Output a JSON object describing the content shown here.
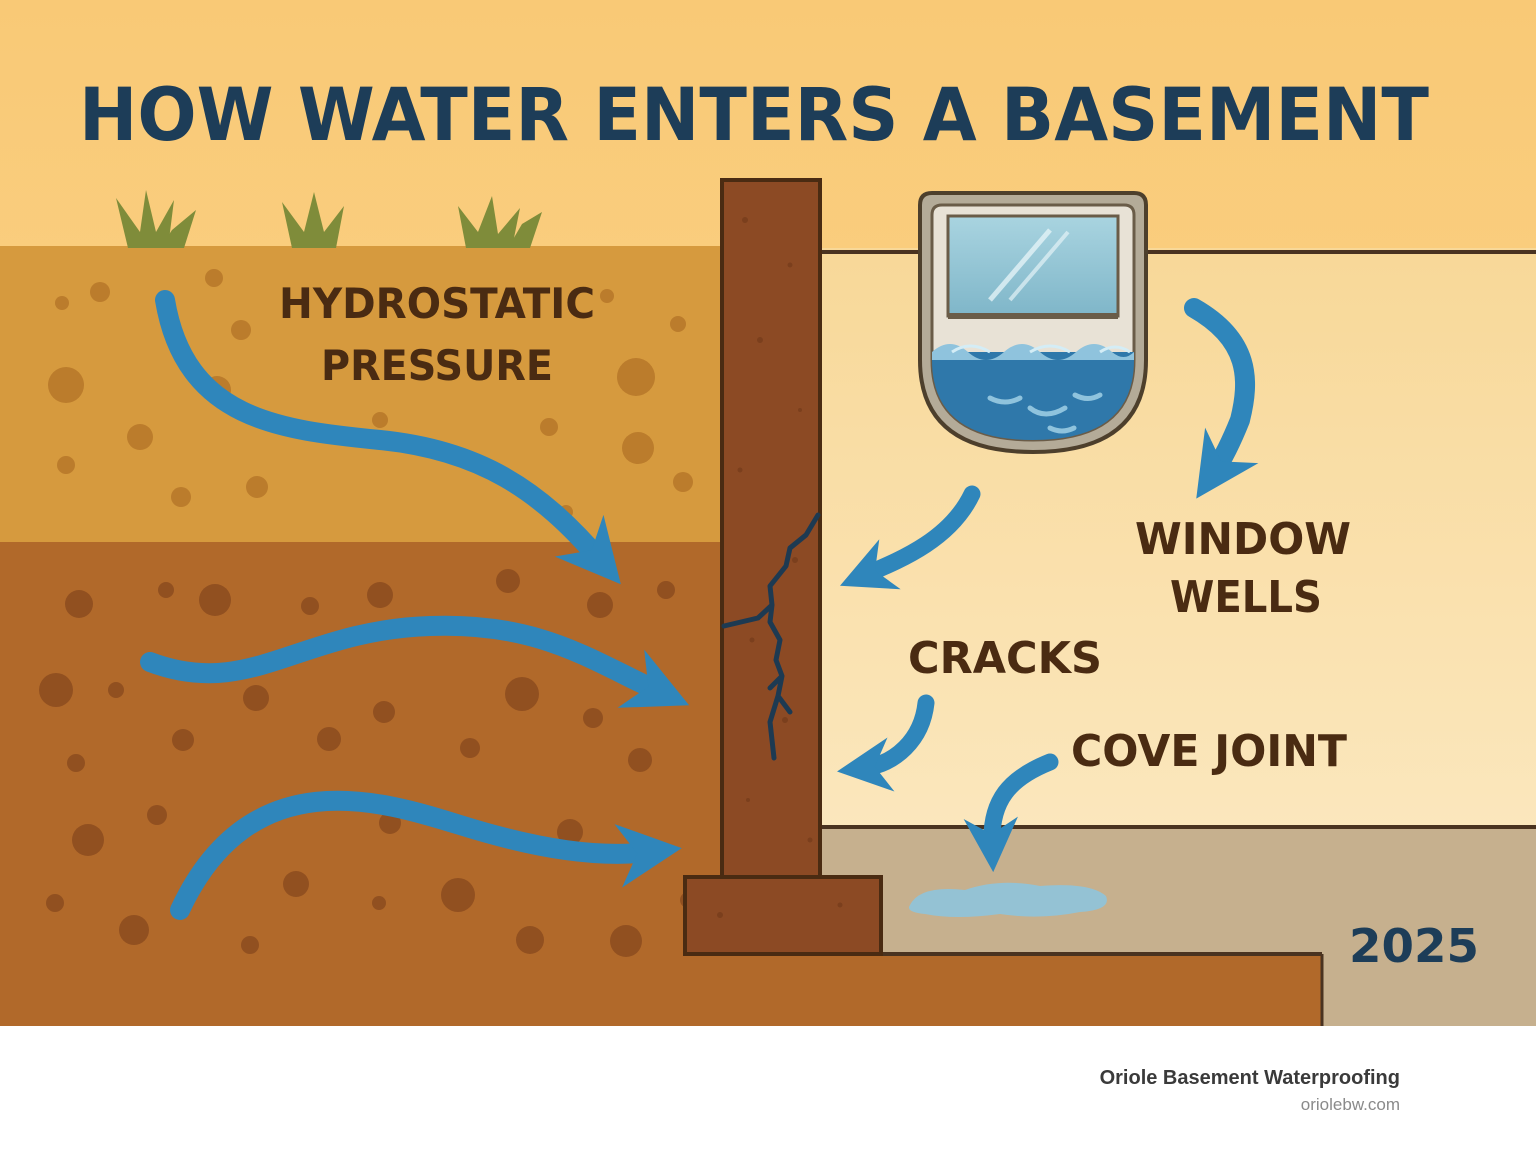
{
  "title": "HOW WATER ENTERS A BASEMENT",
  "labels": {
    "hydrostatic_line1": "HYDROSTATIC",
    "hydrostatic_line2": "PRESSURE",
    "window_line1": "WINDOW",
    "window_line2": "WELLS",
    "cracks": "CRACKS",
    "cove_joint": "COVE JOINT",
    "year": "2025"
  },
  "credits": {
    "company": "Oriole Basement Waterproofing",
    "website": "oriolebw.com"
  },
  "colors": {
    "sky": "#f8cc78",
    "soil_upper": "#d69a3e",
    "soil_lower": "#b1692a",
    "wall": "#8c4a24",
    "interior_wall": "#fbe3b0",
    "floor": "#c6b08e",
    "water_arrow": "#2f86bb",
    "title_text": "#1d3d58",
    "label_text": "#4a2b12",
    "grass": "#7f8c3a"
  }
}
